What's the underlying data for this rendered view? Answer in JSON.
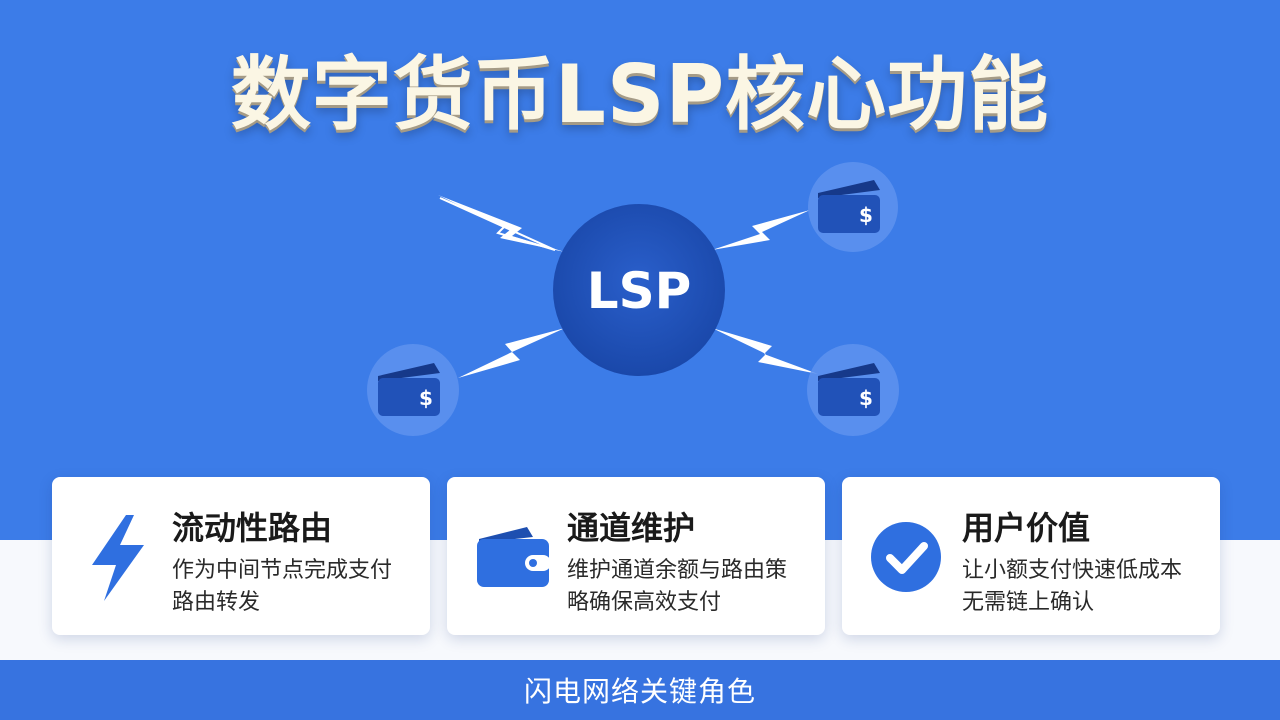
{
  "title": "数字货币LSP核心功能",
  "diagram": {
    "center_label": "LSP",
    "wallet_symbol": "$",
    "colors": {
      "background": "#3c7ce8",
      "hub": "#1d4fb8",
      "wallet": "#1e4fae",
      "bolt": "#ffffff"
    }
  },
  "cards": [
    {
      "title": "流动性路由",
      "desc": "作为中间节点完成支付路由转发",
      "icon": "lightning-icon"
    },
    {
      "title": "通道维护",
      "desc": "维护通道余额与路由策略确保高效支付",
      "icon": "wallet-icon"
    },
    {
      "title": "用户价值",
      "desc": "让小额支付快速低成本无需链上确认",
      "icon": "check-circle-icon"
    }
  ],
  "footer": {
    "text": "闪电网络关键角色"
  }
}
